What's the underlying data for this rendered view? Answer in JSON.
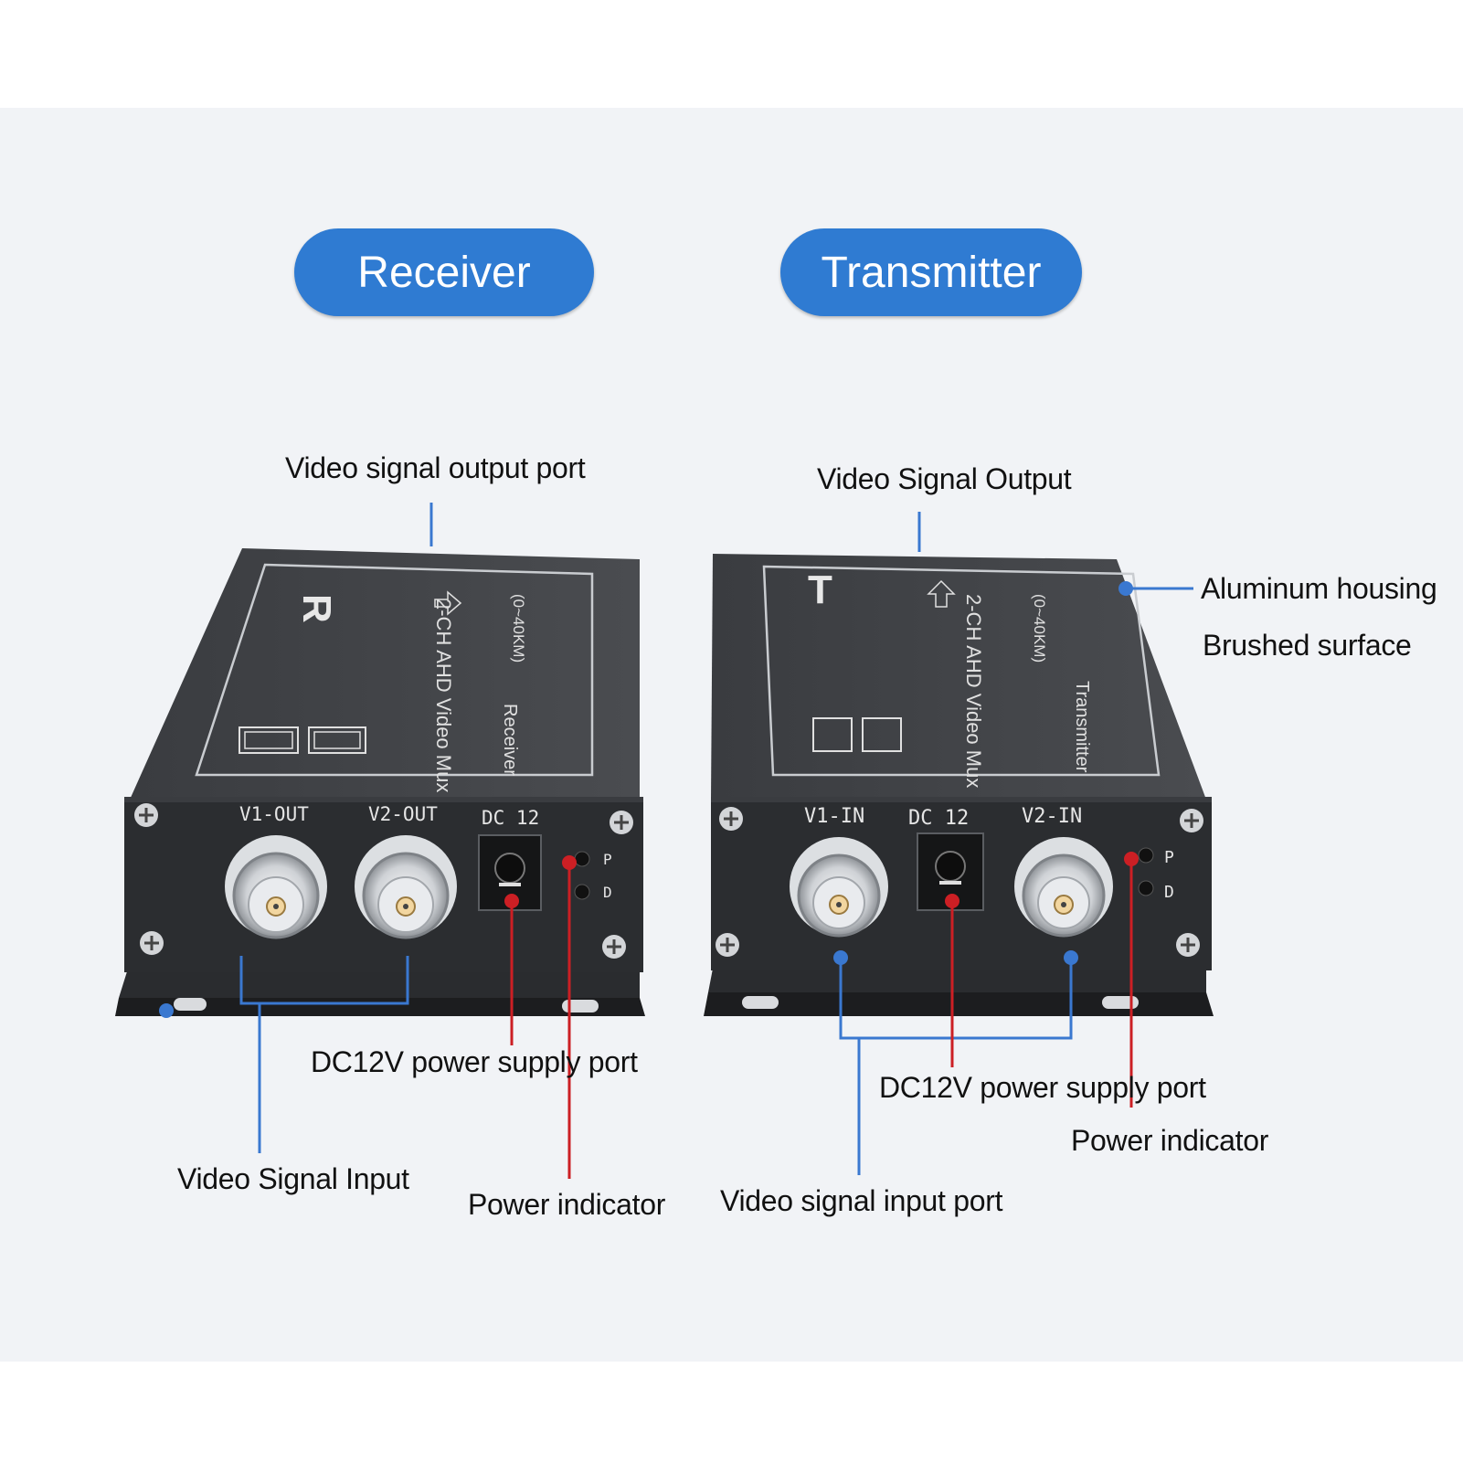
{
  "headers": {
    "receiver": "Receiver",
    "transmitter": "Transmitter"
  },
  "receiver": {
    "callouts": {
      "video_output": "Video signal output port",
      "dc_power": "DC12V power supply port",
      "video_input": "Video Signal Input",
      "power_indicator": "Power indicator"
    },
    "device": {
      "top_letter": "R",
      "top_model": "2-CH AHD Video Mux",
      "top_range": "(0~40KM)",
      "top_role": "Receiver",
      "port_1": "V1-OUT",
      "port_2": "V2-OUT",
      "dc_port": "DC 12",
      "led_p": "P",
      "led_d": "D"
    }
  },
  "transmitter": {
    "callouts": {
      "video_output": "Video Signal Output",
      "housing": "Aluminum housing",
      "surface": "Brushed surface",
      "dc_power": "DC12V power supply port",
      "power_indicator": "Power indicator",
      "video_input": "Video signal input port"
    },
    "device": {
      "top_letter": "T",
      "top_model": "2-CH AHD Video Mux",
      "top_range": "(0~40KM)",
      "top_role": "Transmitter",
      "port_1": "V1-IN",
      "dc_port": "DC 12",
      "port_2": "V2-IN",
      "led_p": "P",
      "led_d": "D"
    }
  },
  "colors": {
    "pill": "#2f7bd2",
    "leader_blue": "#3a78d0",
    "leader_red": "#cc1f24",
    "device_body": "#2b2d30"
  }
}
